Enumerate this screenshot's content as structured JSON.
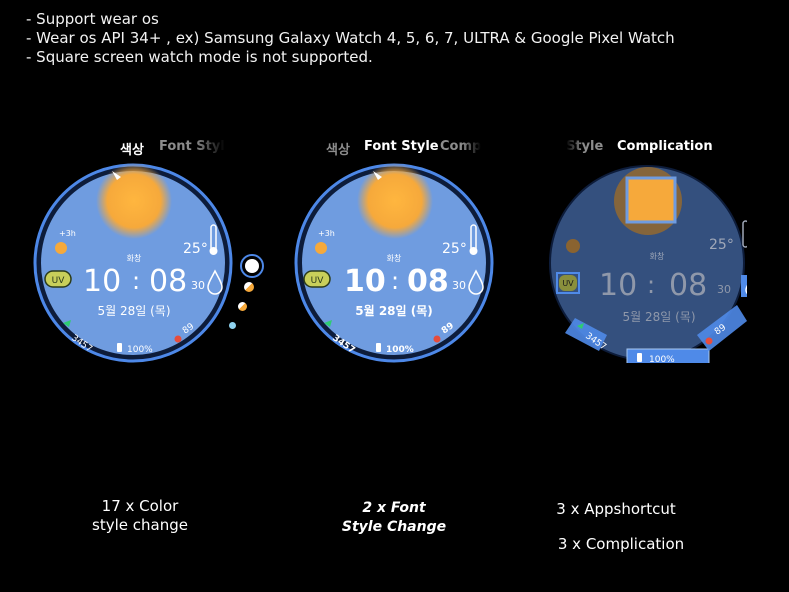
{
  "notes": [
    "- Support wear os",
    "- Wear os API 34+ , ex) Samsung Galaxy Watch 4, 5, 6, 7, ULTRA  & Google Pixel Watch",
    "- Square screen watch mode is not supported."
  ],
  "tabs": {
    "color": "색상",
    "font_style": "Font Style",
    "font_style_cut": "Font Styl",
    "style_cut": "Style",
    "complication": "Complication",
    "comp_cut": "Comp"
  },
  "watch": {
    "forecast": "+3h",
    "temperature": "25°",
    "weather": "화창",
    "uv": "UV",
    "hour": "10",
    "colon": ":",
    "minute": "08",
    "second": "30",
    "date": "5월 28일 (목)",
    "steps": "3457",
    "battery": "100%",
    "heart_rate": "89"
  },
  "captions": {
    "color": [
      "17 x Color",
      "style change"
    ],
    "font": [
      "2 x Font",
      "Style Change"
    ],
    "appshortcut": "3 x Appshortcut",
    "complication": "3 x Complication"
  },
  "colors": {
    "face": "#6f9ce0",
    "ring": "#4d88e8",
    "sun": "#f6a93b",
    "uv_badge": "#c8cf5a",
    "highlight": "#4f8ae8"
  },
  "swatch_icons": [
    "white-swatch-icon",
    "orange-swatch-icon",
    "orange-swatch-icon",
    "lightblue-swatch-icon"
  ]
}
